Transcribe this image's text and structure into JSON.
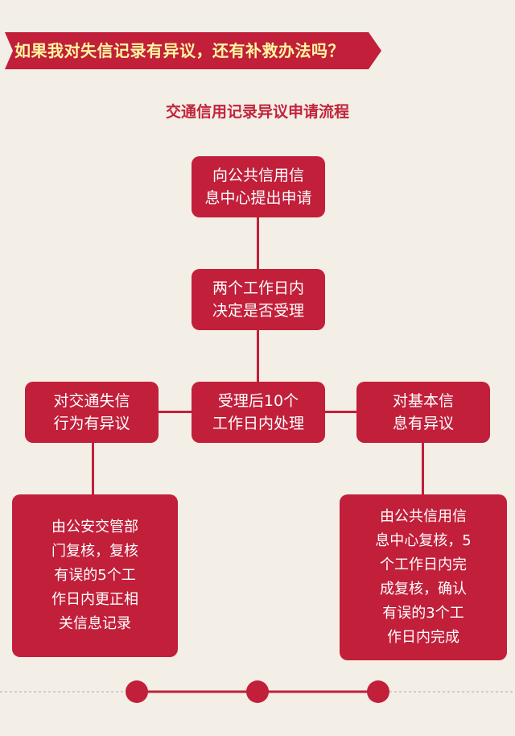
{
  "banner": {
    "title": "如果我对失信记录有异议，还有补救办法吗？"
  },
  "subtitle": "交通信用记录异议申请流程",
  "steps": {
    "submit": "向公共信用信\n息中心提出申请",
    "decide": "两个工作日内\n决定是否受理",
    "process": "受理后10个\n工作日内处理",
    "traffic_objection": "对交通失信\n行为有异议",
    "basic_objection": "对基本信\n息有异议",
    "police_review": "由公安交管部\n门复核，复核\n有误的5个工\n作日内更正相\n关信息记录",
    "center_review": "由公共信用信\n息中心复核，5\n个工作日内完\n成复核，确认\n有误的3个工\n作日内完成"
  },
  "colors": {
    "primary": "#c11f3a",
    "banner_text": "#fff7a0",
    "background": "#f3eee6"
  }
}
